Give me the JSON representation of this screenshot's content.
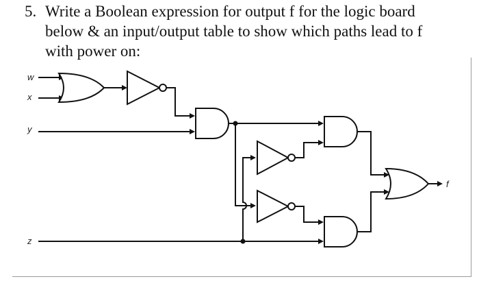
{
  "question": {
    "number": "5.",
    "line1": "Write a Boolean expression for output f for the logic board",
    "line2": "below & an input/output table to show which paths lead to f",
    "line3": "with power on:"
  },
  "circuit": {
    "inputs": [
      "w",
      "x",
      "y",
      "z"
    ],
    "output": "f",
    "gates": [
      "or-gate-1",
      "not-gate-1",
      "and-gate-1",
      "not-gate-2",
      "not-gate-3",
      "and-gate-2",
      "and-gate-3",
      "or-gate-2"
    ]
  }
}
